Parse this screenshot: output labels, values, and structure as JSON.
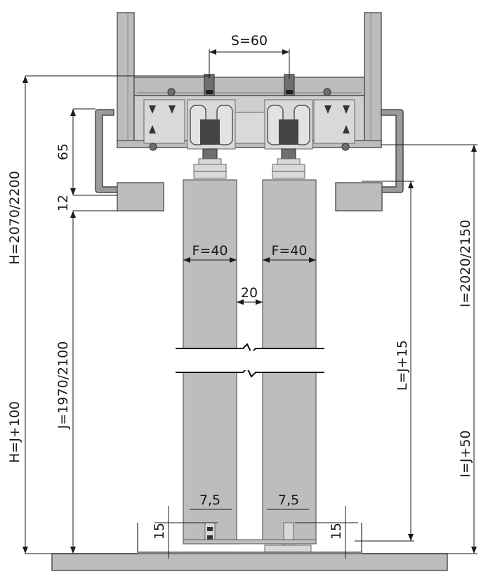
{
  "diagram": {
    "labels": {
      "spacing": "S=60",
      "panel_thickness_left": "F=40",
      "panel_thickness_right": "F=40",
      "panel_gap": "20",
      "bracket_offset": "65",
      "bracket_thickness": "12",
      "total_height": "H=2070/2200",
      "height_formula": "H=J+100",
      "panel_height": "J=1970/2100",
      "i_height": "I=2020/2150",
      "i_formula": "I=J+50",
      "l_formula": "L=J+15",
      "guide_offset_left": "7,5",
      "guide_offset_right": "7,5",
      "floor_clearance_left": "15",
      "floor_clearance_right": "15"
    },
    "colors": {
      "metal": "#bcbcbc",
      "outline": "#5a5a5a",
      "dimension": "#1a1a1a",
      "floor": "#bdbdbd"
    }
  }
}
